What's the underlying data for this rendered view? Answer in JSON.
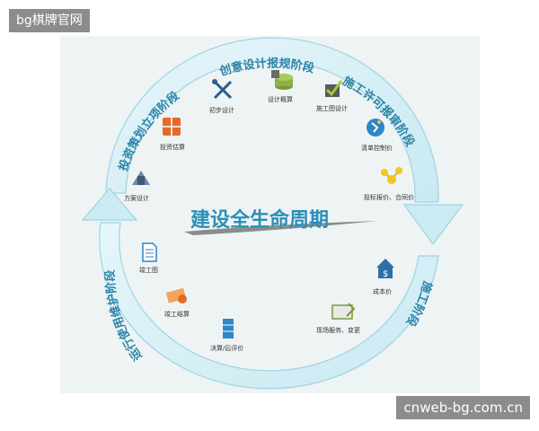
{
  "watermark_top": "bg棋牌官网",
  "watermark_bottom": "cnweb-bg.com.cn",
  "center_title": "建设全生命周期",
  "stages": {
    "investment": "投资策划立项阶段",
    "design": "创意设计报规阶段",
    "construction_permit": "施工许可报审阶段",
    "construction": "施工阶段",
    "operation": "运行使用维护阶段"
  },
  "nodes": {
    "preliminary_design": "初步设计",
    "design_estimate": "设计概算",
    "construction_drawing": "施工图设计",
    "bill_control": "清单控制价",
    "bid_quote": "投标报价、合同价",
    "investment_estimate": "投资估算",
    "scheme_design": "方案设计",
    "completion_drawing": "竣工图",
    "completion_settlement": "竣工结算",
    "final_account": "决算/后评价",
    "site_service": "现场服务、变更",
    "cost_price": "成本价"
  },
  "colors": {
    "ring_light": "#d8f0f6",
    "ring_edge": "#9fd3e3",
    "stage_text": "#2a84a8",
    "title": "#2a8fb8"
  }
}
